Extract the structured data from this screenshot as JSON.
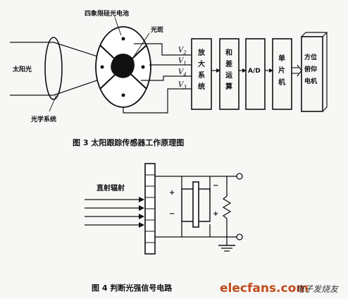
{
  "figure3": {
    "cell_label": "四象限硅光电池",
    "spot_label": "光斑",
    "sunlight_label": "太阳光",
    "optics_label": "光学系统",
    "signals": [
      "V",
      "V",
      "V",
      "V"
    ],
    "signal_subscripts": [
      "2",
      "1",
      "4",
      "3"
    ],
    "blocks": [
      {
        "chars": [
          "放",
          "大",
          "系",
          "统"
        ]
      },
      {
        "chars": [
          "和",
          "差",
          "运",
          "算"
        ]
      },
      {
        "chars": [
          "A/D"
        ]
      },
      {
        "chars": [
          "单",
          "片",
          "机"
        ]
      },
      {
        "chars": [
          "方位",
          "俯仰",
          "电机"
        ]
      }
    ],
    "caption": "图 3    太阳跟踪传感器工作原理图"
  },
  "figure4": {
    "direct_radiation_label": "直射辐射",
    "plus": "+",
    "minus": "−",
    "caption": "图 4    判断光强信号电路"
  },
  "watermark": {
    "site": "elecfans.com",
    "cn": "电子发烧友"
  }
}
